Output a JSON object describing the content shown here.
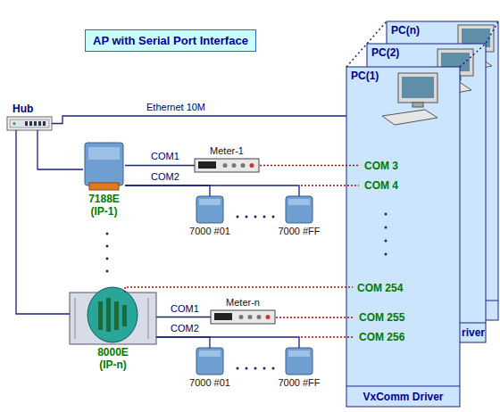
{
  "diagram": {
    "title": "AP with Serial Port Interface",
    "nodes": [
      {
        "text": [
          "Hub"
        ]
      },
      {
        "text": [
          "7188E (IP-1)"
        ]
      },
      {
        "text": [
          "Meter-1"
        ]
      },
      {
        "text": [
          "7000 #01"
        ]
      },
      {
        "text": [
          "7000 #FF"
        ]
      },
      {
        "text": [
          "8000E (IP-n)"
        ]
      },
      {
        "text": [
          "Meter-n"
        ]
      },
      {
        "text": [
          "7000 #01"
        ]
      },
      {
        "text": [
          "7000 #FF"
        ]
      },
      {
        "text": [
          "PC(n)"
        ]
      },
      {
        "text": [
          "PC(2)"
        ]
      },
      {
        "text": [
          "PC(1)",
          "VxComm Driver"
        ]
      }
    ],
    "edges": [
      {
        "from": 0,
        "to": 11,
        "arrow": "none",
        "label": "Ethernet 10M"
      },
      {
        "from": 0,
        "to": 1,
        "arrow": "none"
      },
      {
        "from": 0,
        "to": 5,
        "arrow": "none"
      },
      {
        "from": 1,
        "to": 2,
        "arrow": "none",
        "label": "COM1"
      },
      {
        "from": 1,
        "to": 3,
        "arrow": "none",
        "label": "COM2"
      },
      {
        "from": 1,
        "to": 4,
        "arrow": "none"
      },
      {
        "from": 5,
        "to": 6,
        "arrow": "none",
        "label": "COM1"
      },
      {
        "from": 5,
        "to": 7,
        "arrow": "none",
        "label": "COM2"
      },
      {
        "from": 5,
        "to": 8,
        "arrow": "none"
      }
    ],
    "labels": [
      "COM 3",
      "COM 4",
      "COM 254",
      "COM 255",
      "COM 256",
      "river"
    ]
  }
}
